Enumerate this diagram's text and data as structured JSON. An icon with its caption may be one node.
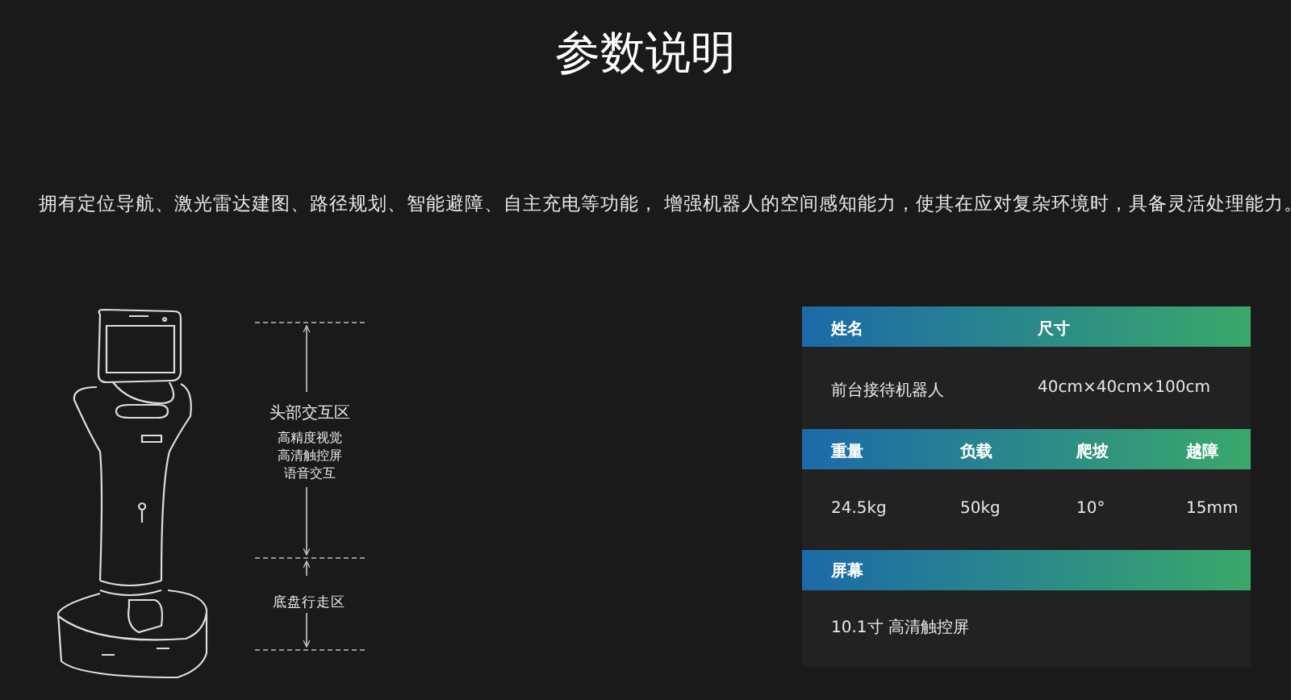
{
  "diagram": {
    "title": "参数说明",
    "labels": [
      "拥有定位导航、激光雷达建图、路径规划、智能避障、自主充电等功能， 增强机器人的空间感知能力，使其在应对复杂环境时，具备灵活处理能力。",
      "头部交互区",
      "高精度视觉",
      "高清触控屏",
      "语音交互",
      "底盘行走区",
      "姓名",
      "尺寸",
      "前台接待机器人",
      "40cm×40cm×100cm",
      "重量",
      "负载",
      "爬坡",
      "越障",
      "24.5kg",
      "50kg",
      "10°",
      "15mm",
      "屏幕",
      "10.1寸 高清触控屏"
    ]
  }
}
